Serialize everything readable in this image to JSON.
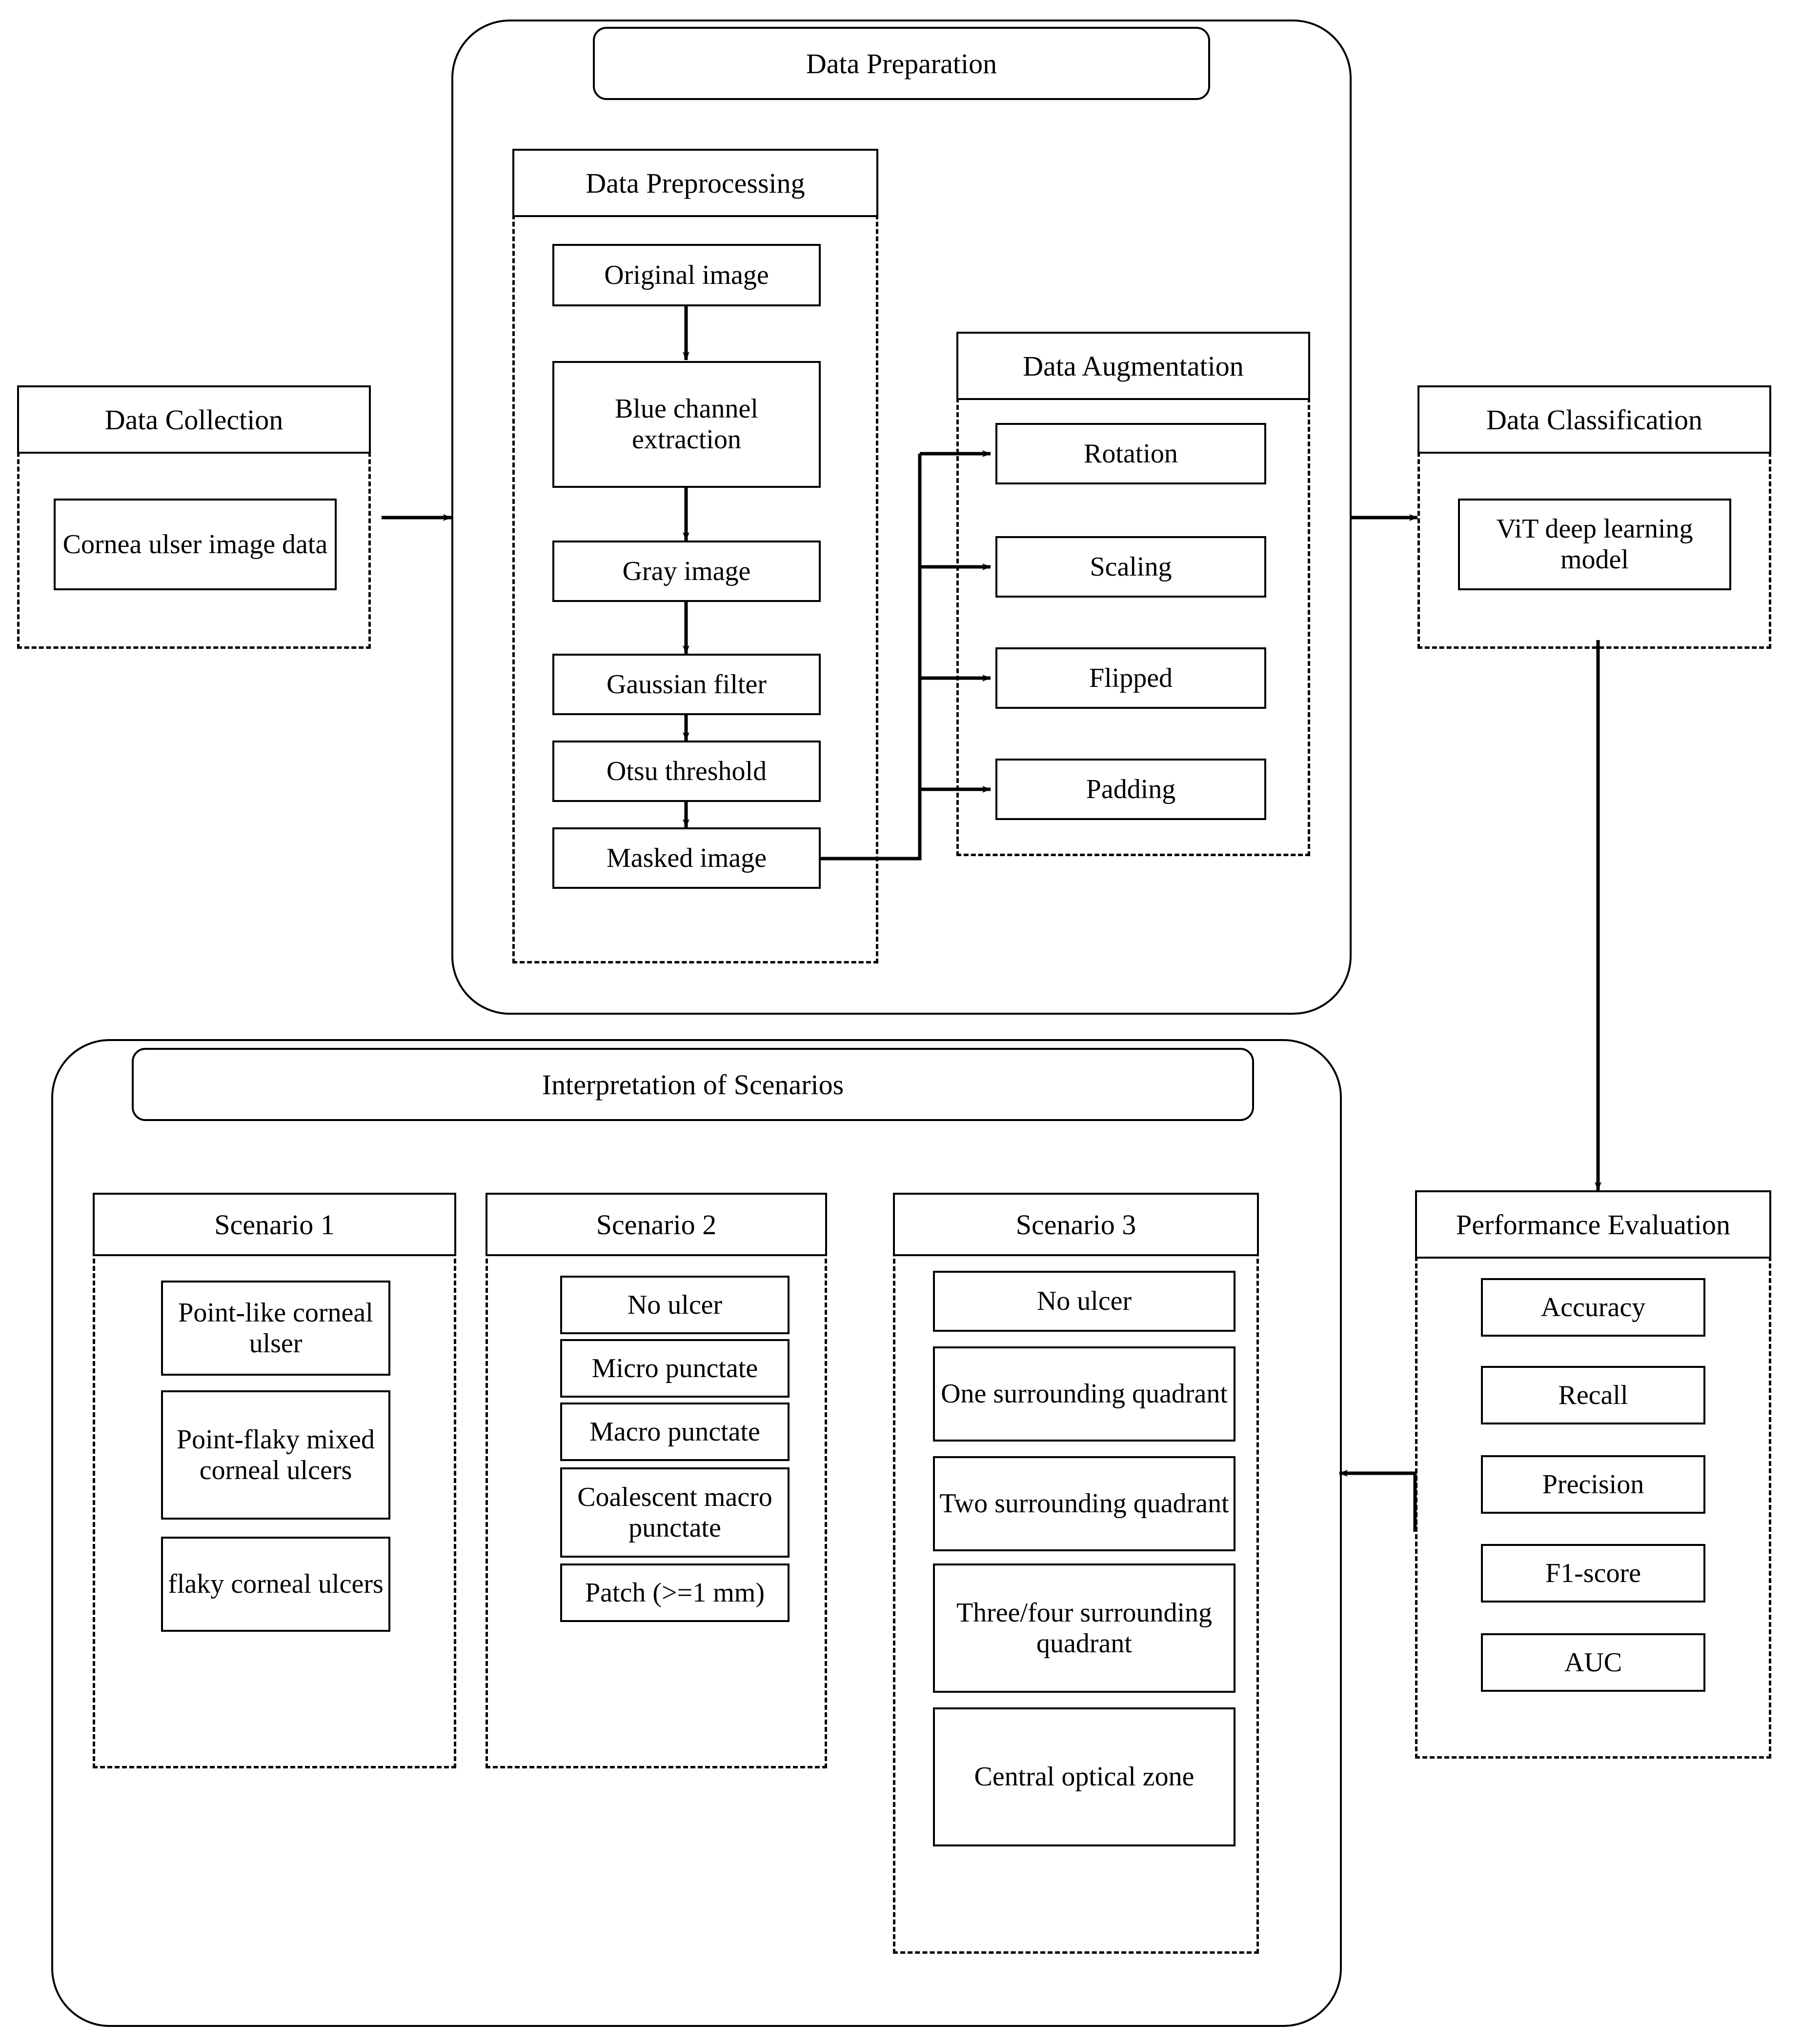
{
  "diagram": {
    "title": "Corneal ulcer classification pipeline flowchart",
    "groups": {
      "data_collection": {
        "label": "Data Collection",
        "items": [
          "Cornea ulser image data"
        ]
      },
      "data_preparation": {
        "label": "Data Preparation",
        "preprocessing": {
          "label": "Data Preprocessing",
          "steps": [
            "Original image",
            "Blue channel extraction",
            "Gray image",
            "Gaussian filter",
            "Otsu threshold",
            "Masked image"
          ]
        },
        "augmentation": {
          "label": "Data Augmentation",
          "items": [
            "Rotation",
            "Scaling",
            "Flipped",
            "Padding"
          ]
        }
      },
      "data_classification": {
        "label": "Data Classification",
        "items": [
          "ViT deep learning model"
        ]
      },
      "performance_evaluation": {
        "label": "Performance Evaluation",
        "items": [
          "Accuracy",
          "Recall",
          "Precision",
          "F1-score",
          "AUC"
        ]
      },
      "interpretation": {
        "label": "Interpretation of Scenarios",
        "scenarios": [
          {
            "label": "Scenario 1",
            "items": [
              "Point-like corneal ulser",
              "Point-flaky mixed corneal ulcers",
              "flaky corneal ulcers"
            ]
          },
          {
            "label": "Scenario 2",
            "items": [
              "No ulcer",
              "Micro punctate",
              "Macro punctate",
              "Coalescent macro punctate",
              "Patch (>=1 mm)"
            ]
          },
          {
            "label": "Scenario 3",
            "items": [
              "No ulcer",
              "One surrounding quadrant",
              "Two surrounding quadrant",
              "Three/four surrounding quadrant",
              "Central optical zone"
            ]
          }
        ]
      }
    },
    "colors": {
      "stroke": "#000000",
      "background": "#ffffff"
    }
  }
}
